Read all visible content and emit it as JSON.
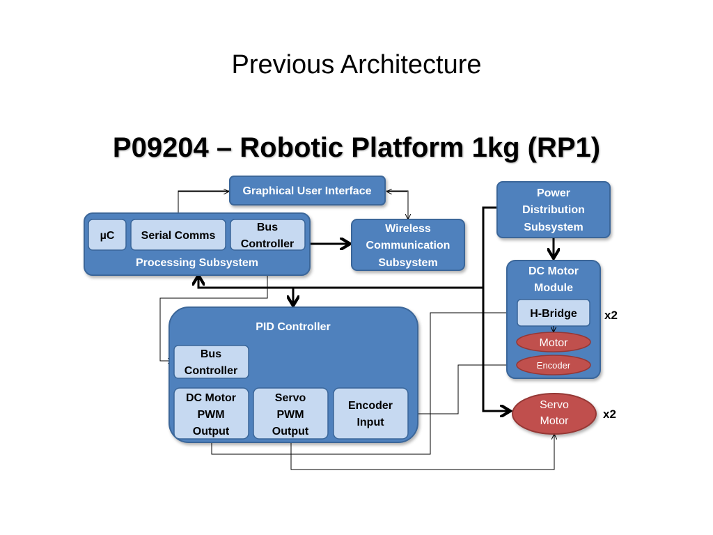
{
  "slide_title": "Previous Architecture",
  "diagram_title": "P09204 – Robotic Platform 1kg (RP1)",
  "colors": {
    "outer_block": "#4f81bd",
    "outer_border": "#3a6699",
    "inner_block": "#c6d9f1",
    "motor_block": "#c0504d",
    "motor_border": "#953735"
  },
  "blocks": {
    "gui": "Graphical User Interface",
    "processing": {
      "label": "Processing Subsystem",
      "uc": "µC",
      "serial": "Serial Comms",
      "bus_line1": "Bus",
      "bus_line2": "Controller"
    },
    "wireless": {
      "line1": "Wireless",
      "line2": "Communication",
      "line3": "Subsystem"
    },
    "power": {
      "line1": "Power",
      "line2": "Distribution",
      "line3": "Subsystem"
    },
    "dc_motor_module": {
      "line1": "DC Motor",
      "line2": "Module",
      "hbridge": "H-Bridge",
      "motor": "Motor",
      "encoder": "Encoder"
    },
    "pid": {
      "label": "PID Controller",
      "bus_line1": "Bus",
      "bus_line2": "Controller",
      "dcpwm_line1": "DC Motor",
      "dcpwm_line2": "PWM",
      "dcpwm_line3": "Output",
      "servopwm_line1": "Servo",
      "servopwm_line2": "PWM",
      "servopwm_line3": "Output",
      "encoder_line1": "Encoder",
      "encoder_line2": "Input"
    },
    "servo_motor": {
      "line1": "Servo",
      "line2": "Motor"
    },
    "multiplier_dc": "x2",
    "multiplier_servo": "x2"
  }
}
